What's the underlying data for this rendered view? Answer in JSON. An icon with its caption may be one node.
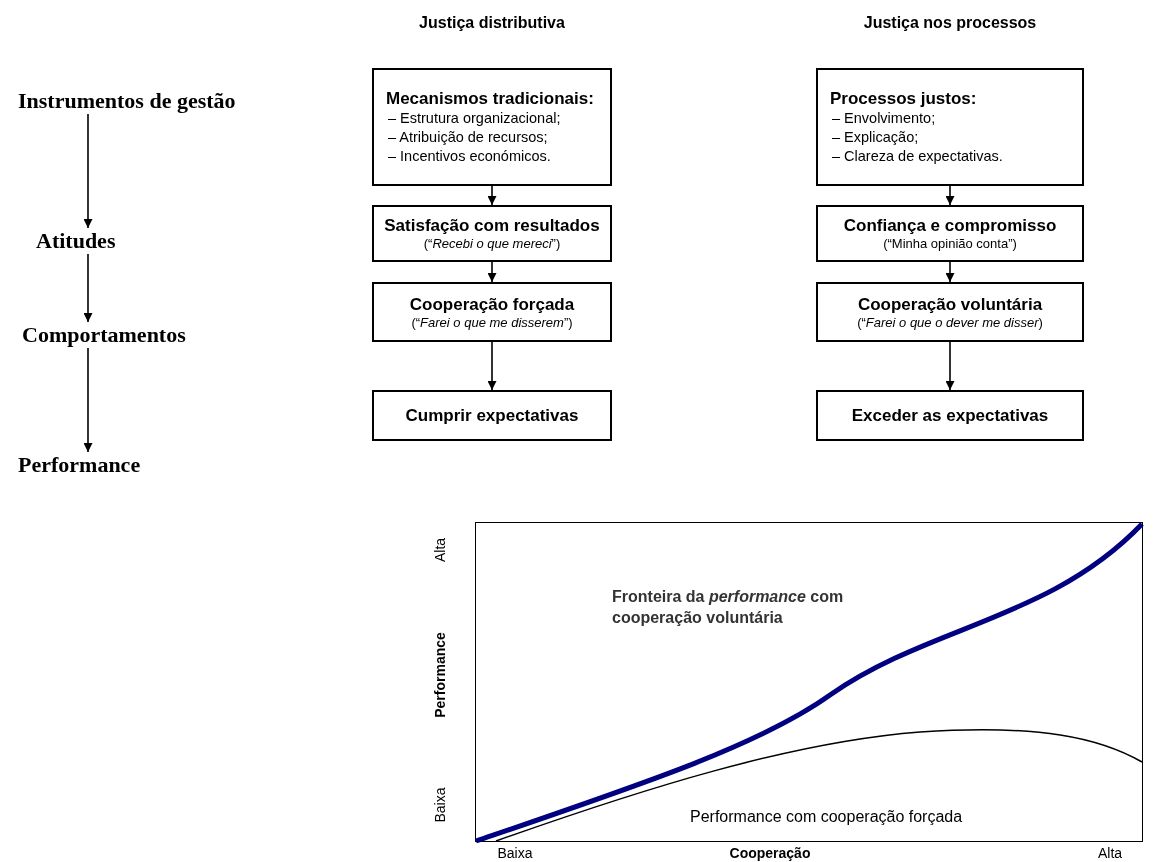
{
  "diagram": {
    "nodes": [
      {
        "text": [
          "Instrumentos de gestão"
        ]
      },
      {
        "text": [
          "Atitudes"
        ]
      },
      {
        "text": [
          "Comportamentos"
        ]
      },
      {
        "text": [
          "Performance"
        ]
      },
      {
        "text": [
          "Mecanismos tradicionais:",
          "– Estrutura organizacional;",
          "– Atribuição de recursos;",
          "– Incentivos económicos."
        ]
      },
      {
        "text": [
          "Satisfação com resultados",
          "(“*Recebi o que mereci*”)"
        ]
      },
      {
        "text": [
          "Cooperação forçada",
          "(“*Farei o que me disserem*”)"
        ]
      },
      {
        "text": [
          "Cumprir expectativas"
        ]
      },
      {
        "text": [
          "Processos justos:",
          "– Envolvimento;",
          "– Explicação;",
          "– Clareza de expectativas."
        ]
      },
      {
        "text": [
          "Confiança e compromisso",
          "(“Minha opinião conta”)"
        ]
      },
      {
        "text": [
          "Cooperação voluntária",
          "(“*Farei o que o dever me disser*)"
        ]
      },
      {
        "text": [
          "Exceder as expectativas"
        ]
      }
    ],
    "edges": [
      {
        "from": 0,
        "to": 1,
        "arrow": "to"
      },
      {
        "from": 1,
        "to": 2,
        "arrow": "to"
      },
      {
        "from": 2,
        "to": 3,
        "arrow": "to"
      },
      {
        "from": 4,
        "to": 5,
        "arrow": "to"
      },
      {
        "from": 5,
        "to": 6,
        "arrow": "to"
      },
      {
        "from": 6,
        "to": 7,
        "arrow": "to"
      },
      {
        "from": 8,
        "to": 9,
        "arrow": "to"
      },
      {
        "from": 9,
        "to": 10,
        "arrow": "to"
      },
      {
        "from": 10,
        "to": 11,
        "arrow": "to"
      }
    ],
    "labels": [
      "Justiça distributiva",
      "Justiça nos processos",
      "Alta",
      "Performance",
      "Baixa",
      "Fronteira da *performance* com cooperação voluntária",
      "Performance com cooperação forçada",
      "Baixa",
      "Cooperação",
      "Alta"
    ]
  }
}
